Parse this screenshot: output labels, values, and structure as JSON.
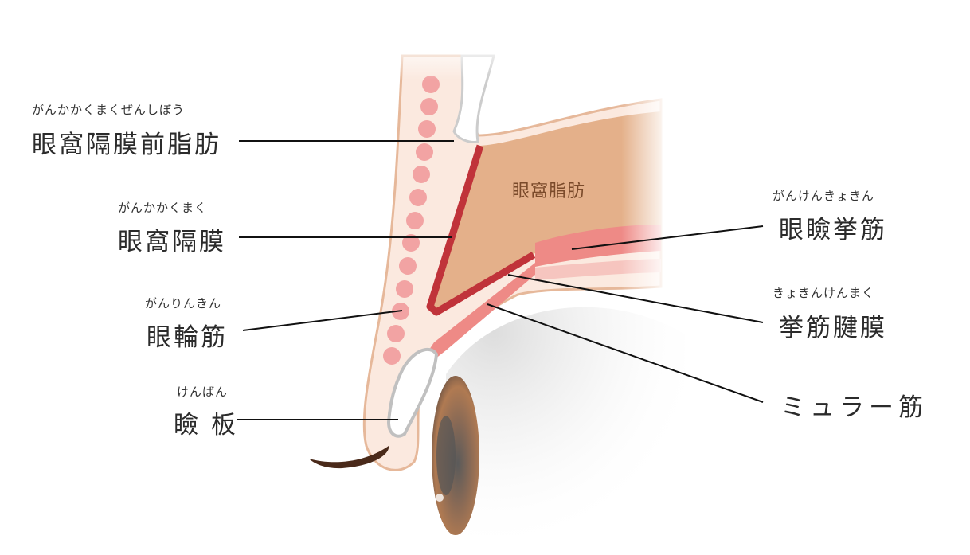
{
  "labels": {
    "orbital_septum_fat": {
      "furigana": "がんかかくまくぜんしぼう",
      "name": "眼窩隔膜前脂肪"
    },
    "orbital_septum": {
      "furigana": "がんかかくまく",
      "name": "眼窩隔膜"
    },
    "orbicularis": {
      "furigana": "がんりんきん",
      "name": "眼輪筋"
    },
    "tarsus": {
      "furigana": "けんばん",
      "name": "瞼 板"
    },
    "levator": {
      "furigana": "がんけんきょきん",
      "name": "眼瞼挙筋"
    },
    "levator_aponeurosis": {
      "furigana": "きょきんけんまく",
      "name": "挙筋腱膜"
    },
    "muller": {
      "furigana": "",
      "name": "ミュラー筋"
    },
    "orbital_fat": {
      "name": "眼窩脂肪"
    }
  },
  "colors": {
    "skin": "#fbe9df",
    "skin_edge": "#e6b89a",
    "fat": "#e4b08a",
    "septum": "#c0333a",
    "muscle": "#ee8a86",
    "dots": "#f2a3a3",
    "tarsus": "#ffffff",
    "leader": "#111111"
  }
}
